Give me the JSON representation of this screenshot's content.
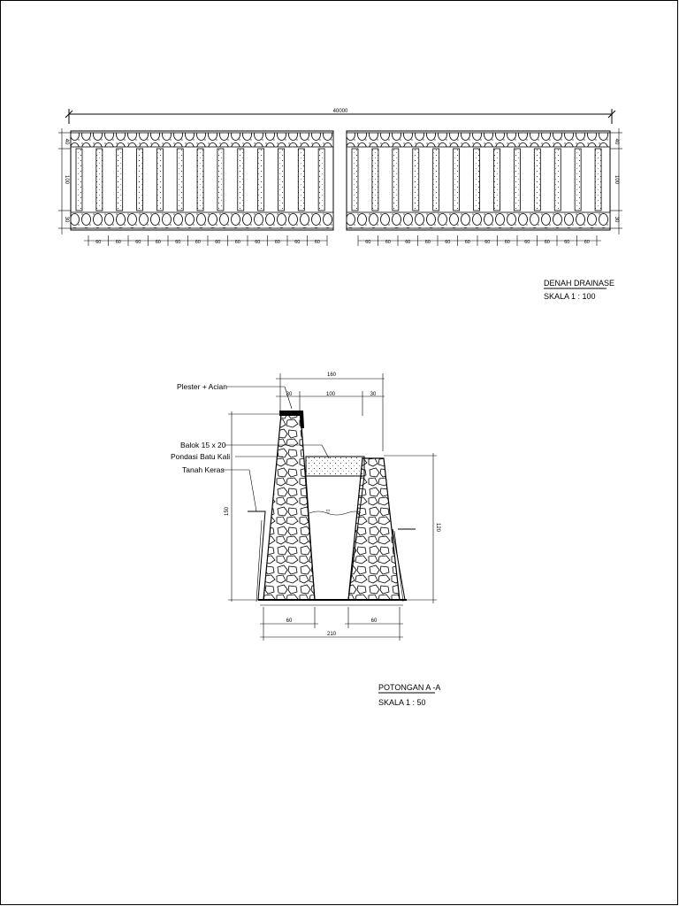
{
  "plan": {
    "overall_length": "40000",
    "side_top": "40",
    "side_mid": "100",
    "side_bottom": "30",
    "bottom_spacing": "60",
    "title": "DENAH DRAINASE",
    "scale": "SKALA 1 : 100"
  },
  "section": {
    "label_plester": "Plester + Acian",
    "label_balok": "Balok 15 x 20",
    "label_pondasi": "Pondasi Batu Kali",
    "label_tanah": "Tanah Keras",
    "dim_top_total": "160",
    "dim_top_left": "30",
    "dim_top_mid": "100",
    "dim_top_right": "30",
    "dim_left_height": "150",
    "dim_right_height": "120",
    "dim_bottom_left": "60",
    "dim_bottom_right": "60",
    "dim_bottom_total": "210",
    "title": "POTONGAN A -A",
    "scale": "SKALA 1 : 50"
  }
}
